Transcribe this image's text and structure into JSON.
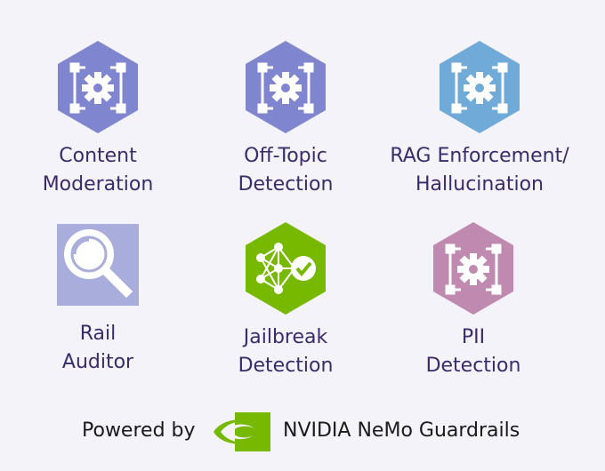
{
  "tiles": [
    {
      "id": "content-moderation",
      "line1": "Content",
      "line2": "Moderation",
      "icon": "gear-brackets-icon",
      "color": "#7f86cf"
    },
    {
      "id": "off-topic-detection",
      "line1": "Off-Topic",
      "line2": "Detection",
      "icon": "gear-brackets-icon",
      "color": "#7f86cf"
    },
    {
      "id": "rag-enforcement",
      "line1": "RAG Enforcement/",
      "line2": "Hallucination",
      "icon": "gear-brackets-icon",
      "color": "#6faad8"
    },
    {
      "id": "rail-auditor",
      "line1": "Rail",
      "line2": "Auditor",
      "icon": "magnifier-icon",
      "color": "#a9addb"
    },
    {
      "id": "jailbreak-detection",
      "line1": "Jailbreak",
      "line2": "Detection",
      "icon": "neural-network-check-icon",
      "color": "#76b900"
    },
    {
      "id": "pii-detection",
      "line1": "PII",
      "line2": "Detection",
      "icon": "gear-brackets-icon",
      "color": "#c08ab0"
    }
  ],
  "footer": {
    "powered_by": "Powered by",
    "brand": "NVIDIA NeMo Guardrails",
    "logo_icon": "nvidia-eye-logo",
    "logo_color": "#76b900"
  }
}
